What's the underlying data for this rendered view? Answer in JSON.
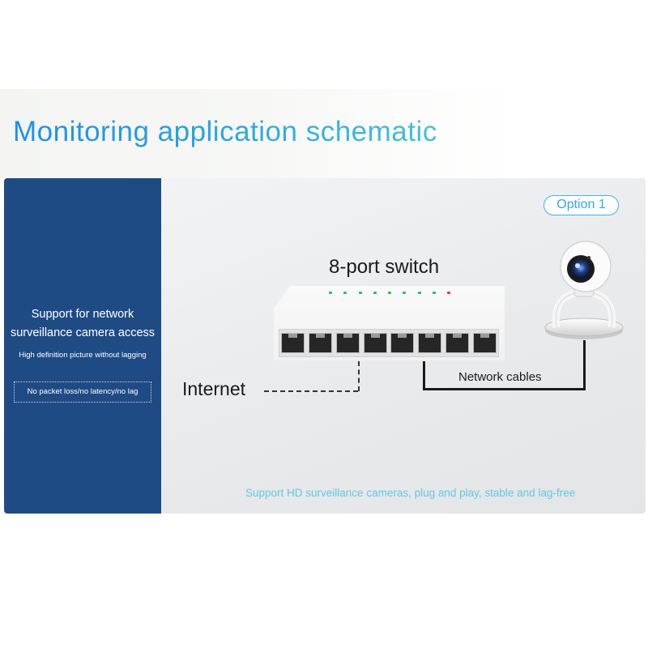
{
  "header": {
    "title": "Monitoring application schematic"
  },
  "sidebar": {
    "line1": "Support for network",
    "line2": "surveillance camera access",
    "line3": "High definition picture without lagging",
    "badge": "No packet loss/no latency/no lag"
  },
  "diagram": {
    "option_label": "Option 1",
    "switch_label": "8-port switch",
    "internet_label": "Internet",
    "cables_label": "Network cables",
    "footer": "Support HD surveillance cameras, plug and play, stable and lag-free",
    "port_count": 8
  },
  "colors": {
    "sidebar_bg": "#1f4b84",
    "accent": "#2ea8e6",
    "footer_text": "#62c8e4"
  }
}
